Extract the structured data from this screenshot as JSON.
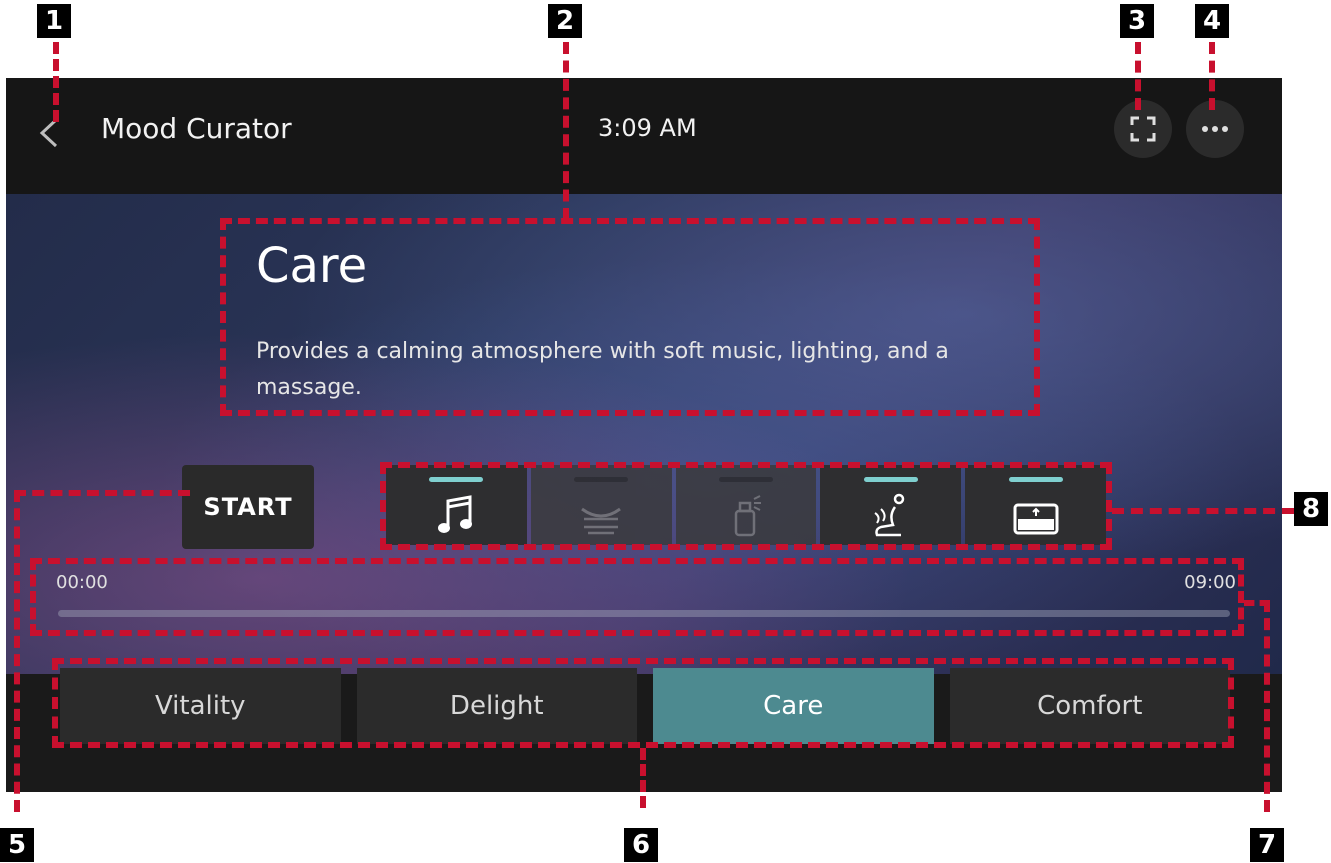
{
  "header": {
    "title": "Mood Curator",
    "time": "3:09 AM"
  },
  "mode": {
    "title": "Care",
    "description": "Provides a calming atmosphere with soft music, lighting, and a massage."
  },
  "controls": {
    "start_label": "START"
  },
  "features": [
    {
      "name": "music-icon",
      "active": true
    },
    {
      "name": "lighting-icon",
      "active": false
    },
    {
      "name": "fragrance-icon",
      "active": false
    },
    {
      "name": "seat-massage-icon",
      "active": true
    },
    {
      "name": "display-icon",
      "active": true
    }
  ],
  "progress": {
    "start": "00:00",
    "end": "09:00",
    "fraction": 0.0
  },
  "tabs": [
    {
      "label": "Vitality",
      "active": false
    },
    {
      "label": "Delight",
      "active": false
    },
    {
      "label": "Care",
      "active": true
    },
    {
      "label": "Comfort",
      "active": false
    }
  ],
  "callouts": [
    "1",
    "2",
    "3",
    "4",
    "5",
    "6",
    "7",
    "8"
  ],
  "colors": {
    "accent": "#7fcfcf",
    "active_tab": "#4d8a90",
    "annotation": "#c8102e"
  }
}
